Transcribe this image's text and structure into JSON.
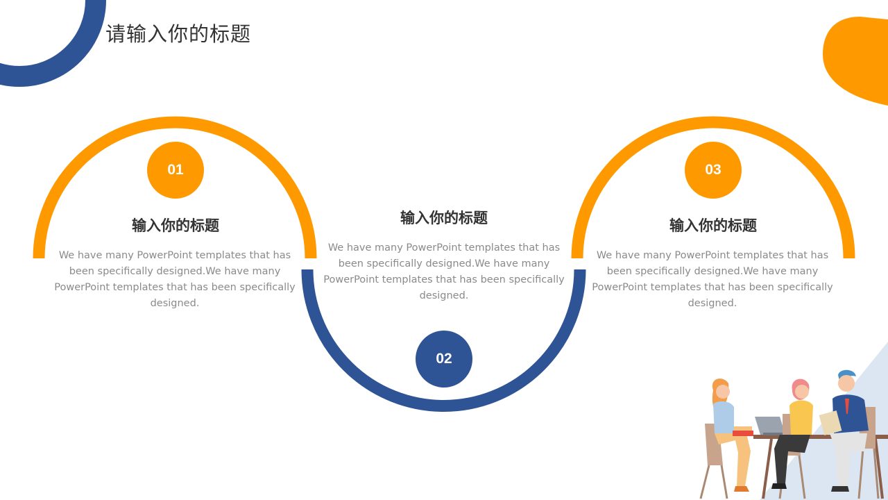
{
  "page": {
    "title": "请输入你的标题"
  },
  "colors": {
    "orange": "#FF9900",
    "blue": "#2E5496",
    "light_blue": "#DCE6F2",
    "text_dark": "#333333",
    "text_gray": "#8A8A8A"
  },
  "items": [
    {
      "number": "01",
      "title": "输入你的标题",
      "description": "We have many PowerPoint templates that has been specifically designed.We have many PowerPoint templates that has been specifically designed."
    },
    {
      "number": "02",
      "title": "输入你的标题",
      "description": "We have many PowerPoint templates that has been specifically designed.We have many PowerPoint templates that has been specifically designed."
    },
    {
      "number": "03",
      "title": "输入你的标题",
      "description": "We have many PowerPoint templates that has been specifically designed.We have many PowerPoint templates that has been specifically designed."
    }
  ],
  "illustration": {
    "name": "office-meeting-illustration"
  }
}
